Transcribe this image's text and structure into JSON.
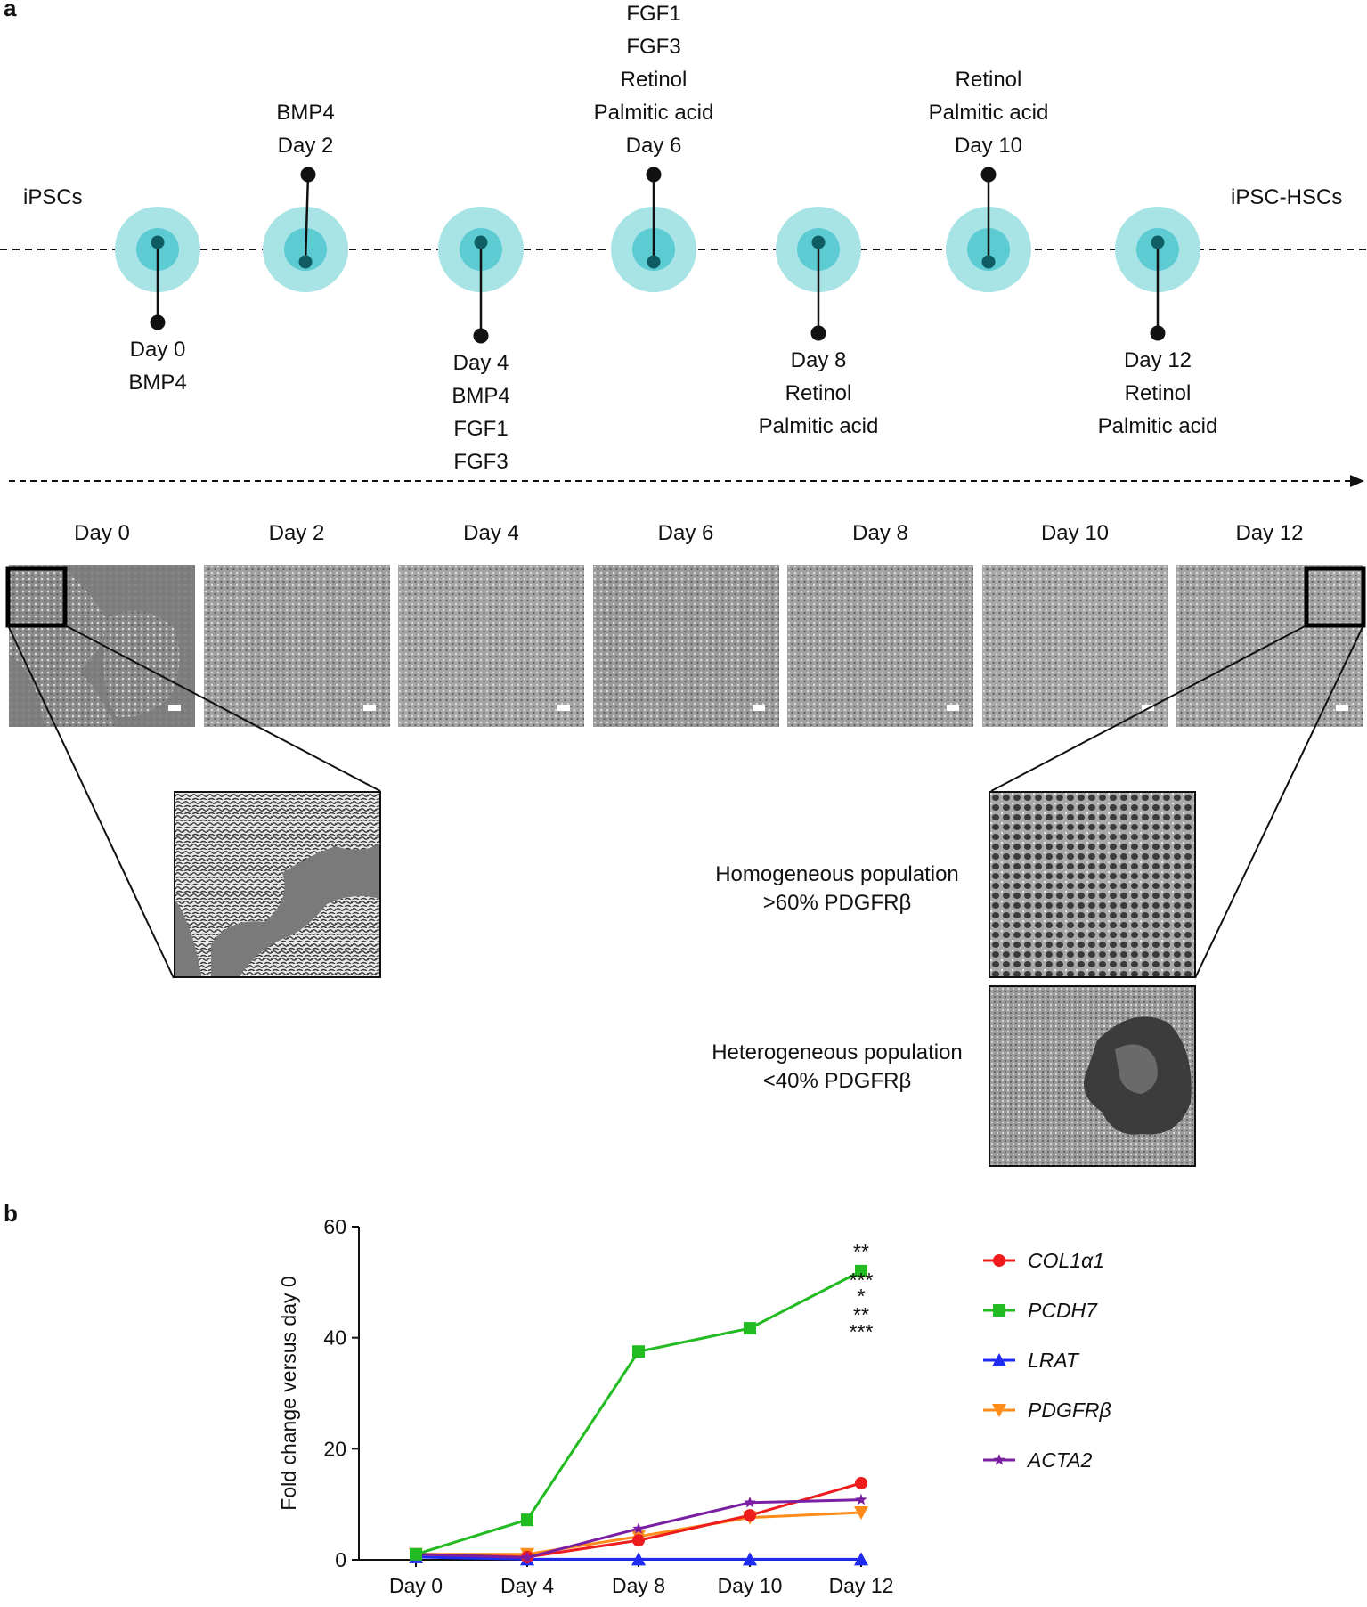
{
  "panel_a": {
    "label": "a",
    "start_label": "iPSCs",
    "end_label": "iPSC-HSCs",
    "steps": [
      {
        "id": "day0",
        "position": "below",
        "lines": [
          "Day 0",
          "BMP4"
        ]
      },
      {
        "id": "day2",
        "position": "above",
        "lines": [
          "BMP4",
          "Day 2"
        ]
      },
      {
        "id": "day4",
        "position": "below",
        "lines": [
          "Day 4",
          "BMP4",
          "FGF1",
          "FGF3"
        ]
      },
      {
        "id": "day6",
        "position": "above",
        "lines": [
          "FGF1",
          "FGF3",
          "Retinol",
          "Palmitic acid",
          "Day 6"
        ]
      },
      {
        "id": "day8",
        "position": "below",
        "lines": [
          "Day 8",
          "Retinol",
          "Palmitic acid"
        ]
      },
      {
        "id": "day10",
        "position": "above",
        "lines": [
          "Retinol",
          "Palmitic acid",
          "Day 10"
        ]
      },
      {
        "id": "day12",
        "position": "below",
        "lines": [
          "Day 12",
          "Retinol",
          "Palmitic acid"
        ]
      }
    ],
    "micrograph_days": [
      "Day 0",
      "Day 2",
      "Day 4",
      "Day 6",
      "Day 8",
      "Day 10",
      "Day 12"
    ],
    "homogeneous": {
      "line1": "Homogeneous population",
      "line2": ">60% PDGFRβ"
    },
    "heterogeneous": {
      "line1": "Heterogeneous population",
      "line2": "<40% PDGFRβ"
    },
    "colors": {
      "outer_ring": "#a8e3e6",
      "inner_ring": "#5ccbd2",
      "node": "#0f5c63"
    }
  },
  "panel_b": {
    "label": "b",
    "chart_data": {
      "type": "line",
      "categories": [
        "Day 0",
        "Day 4",
        "Day 8",
        "Day 10",
        "Day 12"
      ],
      "ylabel": "Fold change versus day 0",
      "xlabel": "",
      "ylim": [
        0,
        60
      ],
      "yticks": [
        0,
        20,
        40,
        60
      ],
      "legend_position": "right",
      "series": [
        {
          "name": "COL1α1",
          "color": "#ee1c1c",
          "marker": "circle",
          "values": [
            1,
            0.5,
            3.5,
            8,
            13.8
          ],
          "significance": "***"
        },
        {
          "name": "PCDH7",
          "color": "#22bb22",
          "marker": "square",
          "values": [
            1,
            7.2,
            37.5,
            41.7,
            52
          ],
          "significance": "**"
        },
        {
          "name": "LRAT",
          "color": "#1f2bf0",
          "marker": "triangle-up",
          "values": [
            0.5,
            0.1,
            0.1,
            0.1,
            0.1
          ],
          "significance": "***"
        },
        {
          "name": "PDGFRβ",
          "color": "#ff8c1a",
          "marker": "triangle-down",
          "values": [
            1,
            1,
            4.2,
            7.6,
            8.5
          ],
          "significance": "**"
        },
        {
          "name": "ACTA2",
          "color": "#7a1fa2",
          "marker": "star",
          "values": [
            1,
            0.4,
            5.6,
            10.3,
            10.8
          ],
          "significance": "*"
        }
      ]
    }
  }
}
